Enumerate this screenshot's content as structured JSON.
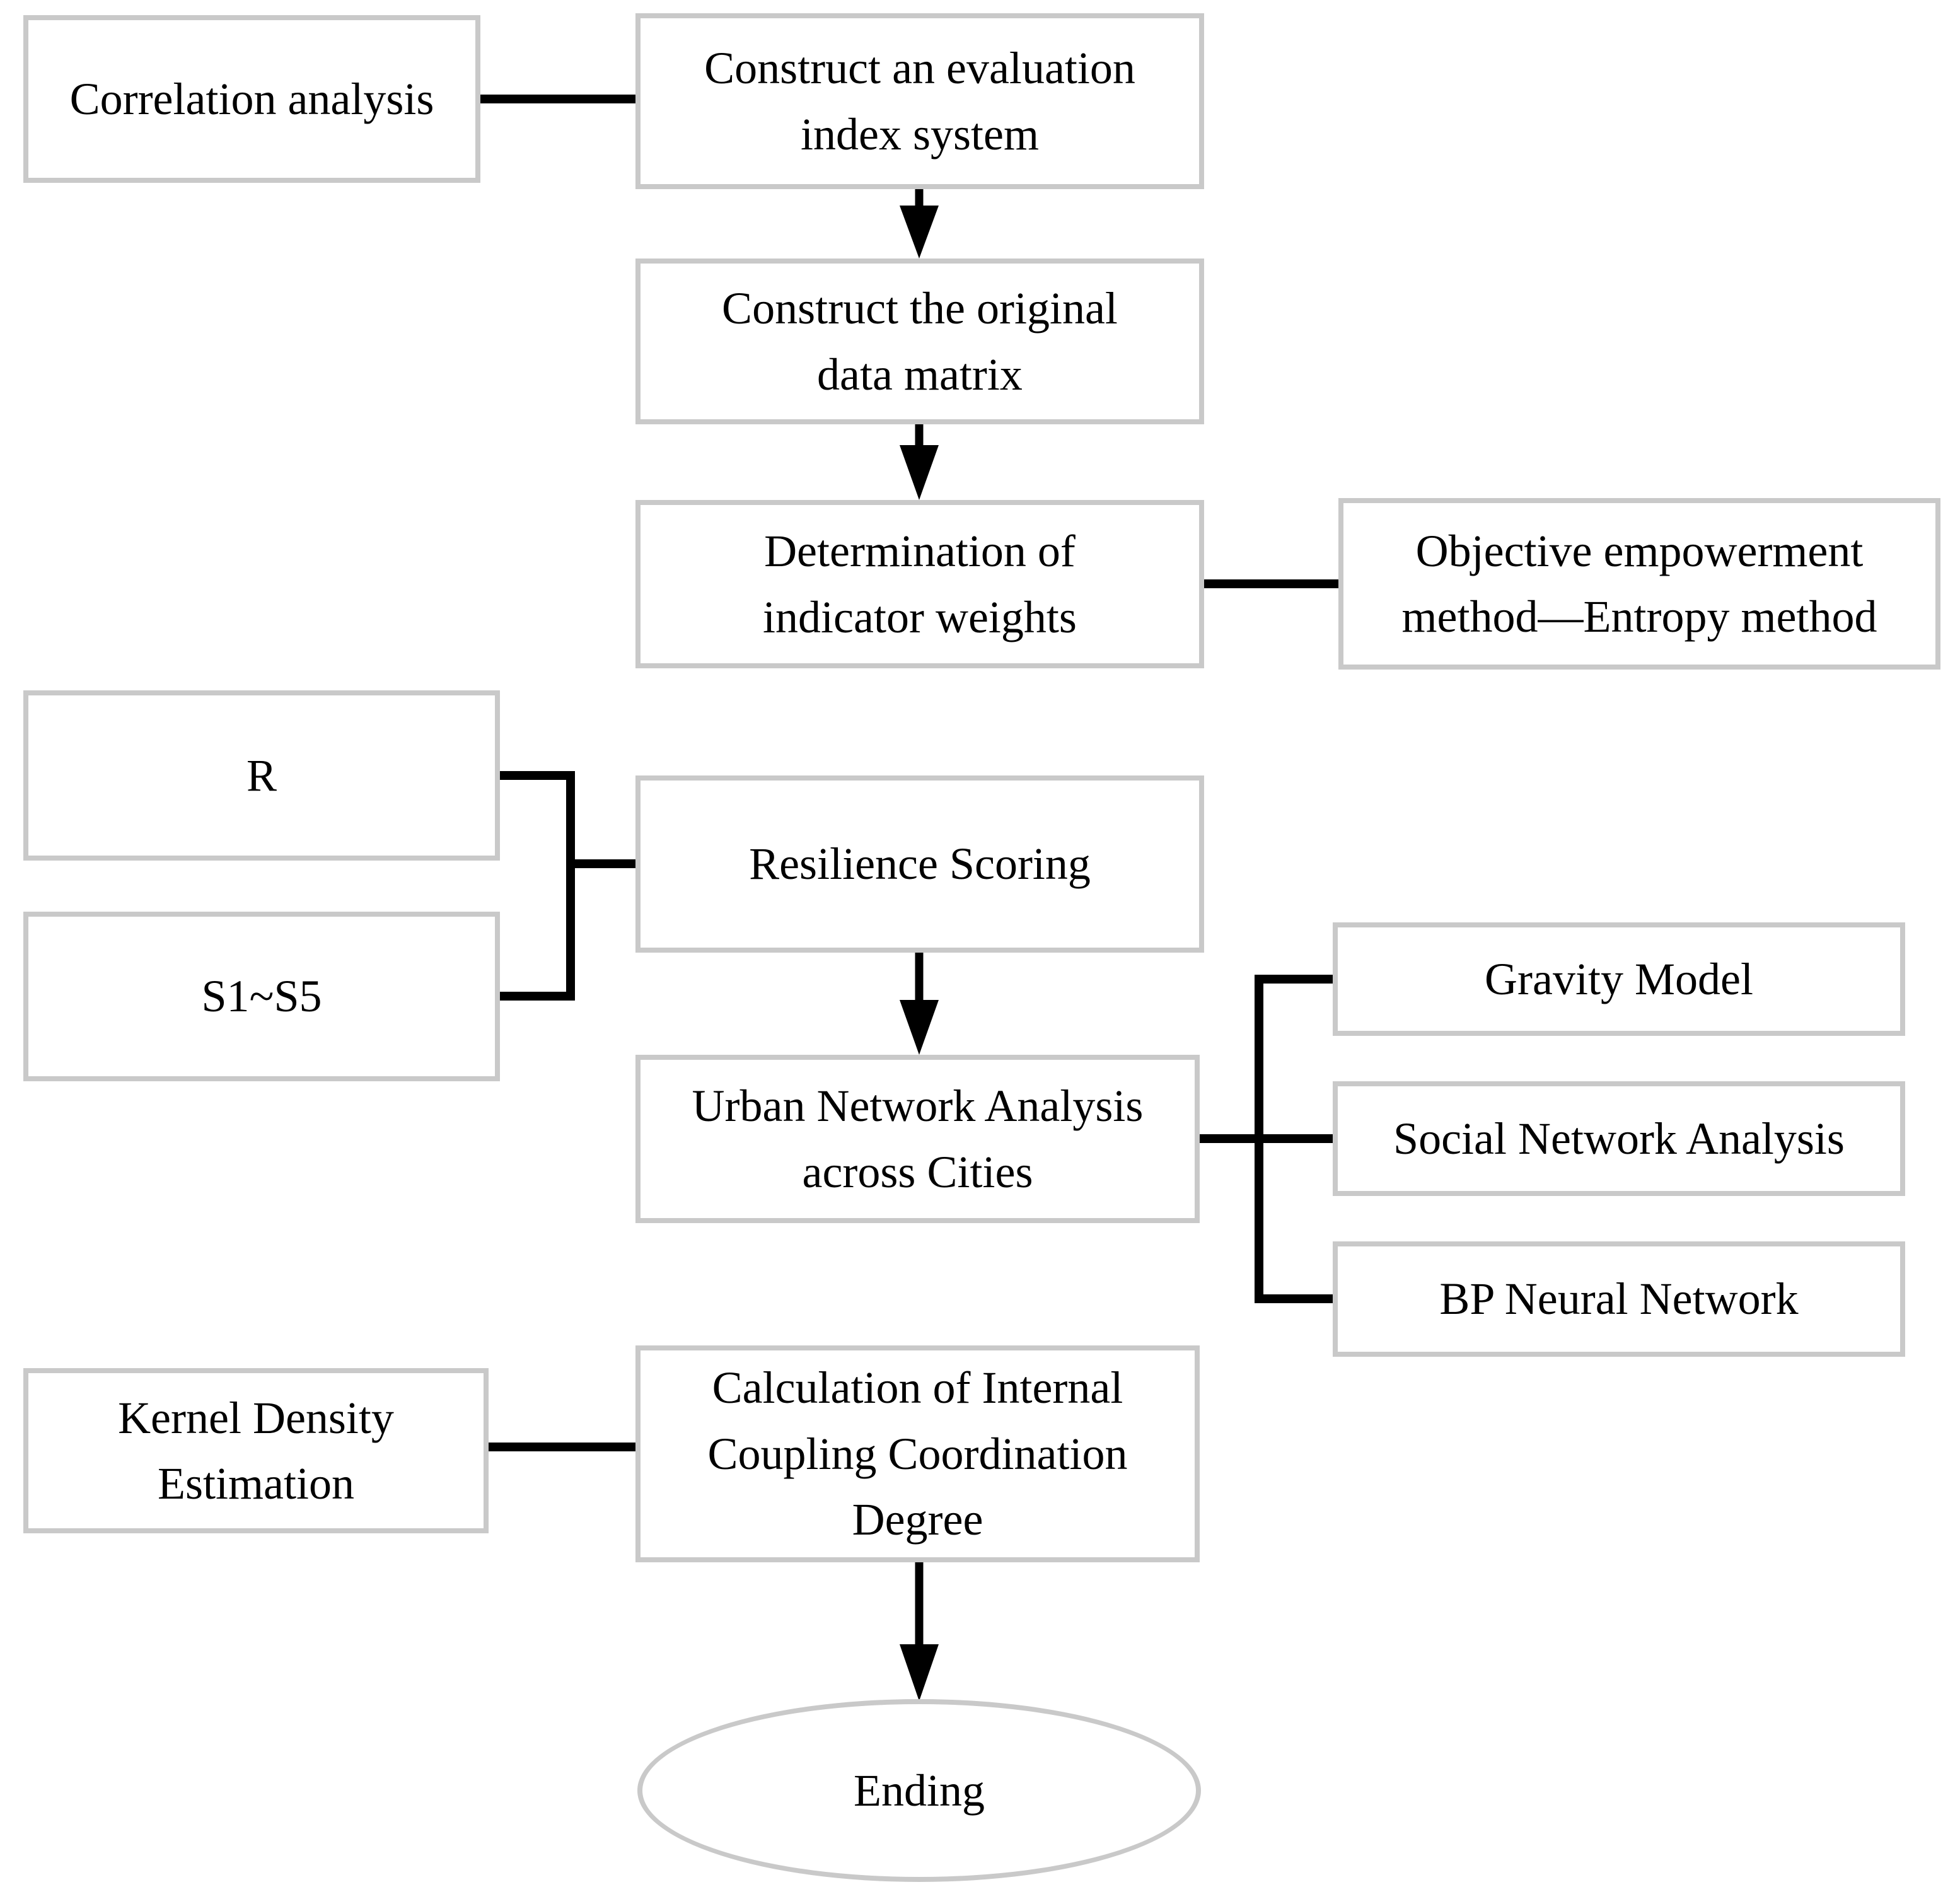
{
  "diagram": {
    "type": "flowchart",
    "colors": {
      "box_border": "#c9c9c9",
      "connector": "#000000",
      "background": "#ffffff",
      "text": "#000000"
    },
    "nodes": {
      "correlation": {
        "label": "Correlation analysis",
        "shape": "rectangle"
      },
      "eval_index": {
        "label": "Construct an evaluation\nindex system",
        "shape": "rectangle"
      },
      "data_matrix": {
        "label": "Construct the original\ndata matrix",
        "shape": "rectangle"
      },
      "weights": {
        "label": "Determination of\nindicator weights",
        "shape": "rectangle"
      },
      "entropy": {
        "label": "Objective empowerment\nmethod—Entropy method",
        "shape": "rectangle"
      },
      "r": {
        "label": "R",
        "shape": "rectangle"
      },
      "s1s5": {
        "label": "S1~S5",
        "shape": "rectangle"
      },
      "resilience": {
        "label": "Resilience Scoring",
        "shape": "rectangle"
      },
      "urban": {
        "label": "Urban Network Analysis\nacross Cities",
        "shape": "rectangle"
      },
      "gravity": {
        "label": "Gravity Model",
        "shape": "rectangle"
      },
      "social": {
        "label": "Social Network Analysis",
        "shape": "rectangle"
      },
      "bp": {
        "label": "BP Neural Network",
        "shape": "rectangle"
      },
      "kernel": {
        "label": "Kernel Density\nEstimation",
        "shape": "rectangle"
      },
      "coupling": {
        "label": "Calculation of Internal\nCoupling Coordination\nDegree",
        "shape": "rectangle"
      },
      "ending": {
        "label": "Ending",
        "shape": "ellipse"
      }
    },
    "edges": [
      {
        "from": "correlation",
        "to": "eval_index",
        "style": "plain"
      },
      {
        "from": "eval_index",
        "to": "data_matrix",
        "style": "arrow"
      },
      {
        "from": "data_matrix",
        "to": "weights",
        "style": "arrow"
      },
      {
        "from": "weights",
        "to": "entropy",
        "style": "plain"
      },
      {
        "from": "r",
        "to": "resilience",
        "style": "plain"
      },
      {
        "from": "s1s5",
        "to": "resilience",
        "style": "plain"
      },
      {
        "from": "resilience",
        "to": "urban",
        "style": "arrow"
      },
      {
        "from": "urban",
        "to": "gravity",
        "style": "plain"
      },
      {
        "from": "urban",
        "to": "social",
        "style": "plain"
      },
      {
        "from": "urban",
        "to": "bp",
        "style": "plain"
      },
      {
        "from": "kernel",
        "to": "coupling",
        "style": "plain"
      },
      {
        "from": "coupling",
        "to": "ending",
        "style": "arrow"
      }
    ]
  }
}
